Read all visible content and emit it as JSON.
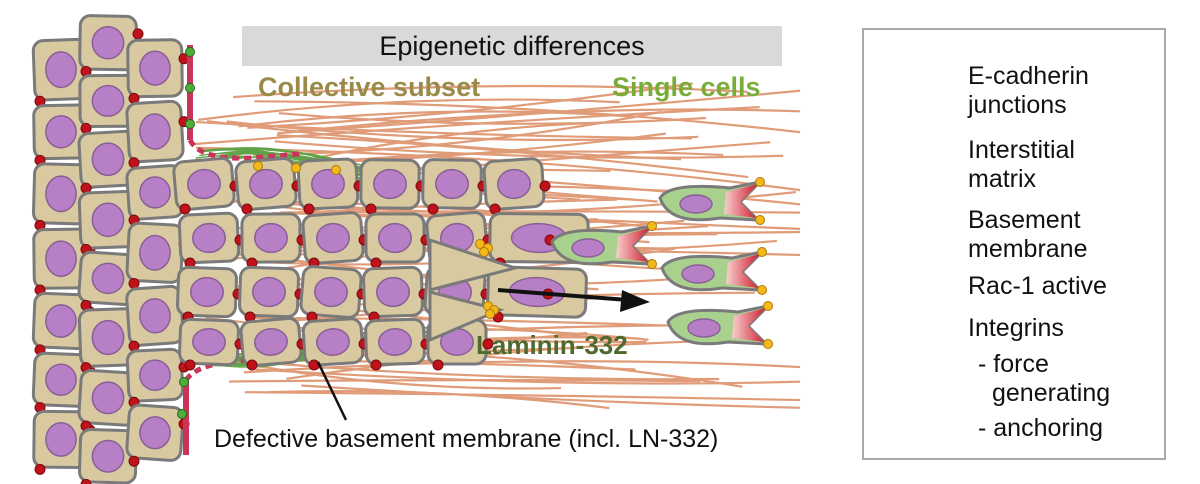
{
  "header": {
    "banner": "Epigenetic differences",
    "collective_label": "Collective subset",
    "single_label": "Single cells"
  },
  "annotations": {
    "laminin": "Laminin-332",
    "defective_bm": "Defective basement membrane (incl. LN-332)"
  },
  "legend": {
    "items": [
      {
        "icon": "ecadherin-dots-icon",
        "line1": "E-cadherin",
        "line2": "junctions"
      },
      {
        "icon": "matrix-fibers-icon",
        "line1": "Interstitial",
        "line2": "matrix"
      },
      {
        "icon": "basement-membrane-bar-icon",
        "line1": "Basement",
        "line2": "membrane"
      },
      {
        "icon": "rac1-gradient-icon",
        "line1": "Rac-1 active",
        "line2": ""
      },
      {
        "icon": "",
        "line1": "Integrins",
        "line2": ""
      },
      {
        "icon": "force-integrin-icon",
        "line1": "- force",
        "line2": "generating"
      },
      {
        "icon": "anchoring-integrin-icon",
        "line1": "- anchoring",
        "line2": ""
      }
    ]
  },
  "colors": {
    "cell_fill": "#d8c9a0",
    "cell_border": "#7a7a7a",
    "nucleus": "#b77fc6",
    "ecadherin": "#c0121b",
    "matrix": "#e09c78",
    "basement_membrane": "#c9355a",
    "single_cell_fill": "#a9d18e",
    "integrin_force": "#f2b81c",
    "integrin_anchor": "#4fae3a",
    "laminin_fibers": "#5fa348"
  }
}
